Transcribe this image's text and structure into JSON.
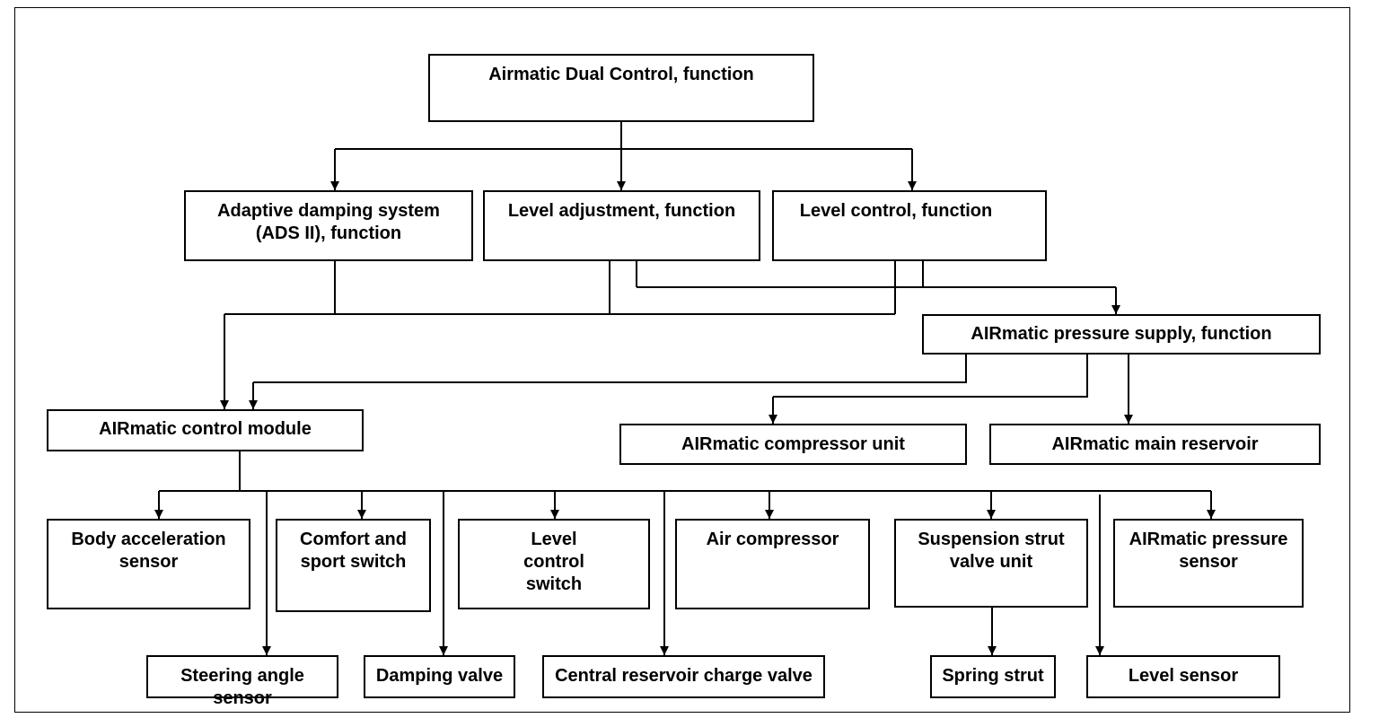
{
  "diagram": {
    "nodes": {
      "root": "Airmatic Dual Control, function",
      "ads": "Adaptive damping system (ADS II), function",
      "level_adjustment": "Level adjustment, function",
      "level_control": "Level control, function",
      "pressure_supply": "AIRmatic pressure supply, function",
      "control_module": "AIRmatic control module",
      "compressor_unit": "AIRmatic compressor unit",
      "main_reservoir": "AIRmatic main reservoir",
      "body_accel": "Body acceleration sensor",
      "comfort_sport": "Comfort and sport switch",
      "level_control_switch": "Level control switch",
      "air_compressor": "Air compressor",
      "strut_valve": "Suspension strut valve unit",
      "pressure_sensor": "AIRmatic pressure sensor",
      "steering_angle": "Steering angle sensor",
      "damping_valve": "Damping valve",
      "reservoir_charge": "Central reservoir charge valve",
      "spring_strut": "Spring strut",
      "level_sensor": "Level sensor"
    }
  }
}
